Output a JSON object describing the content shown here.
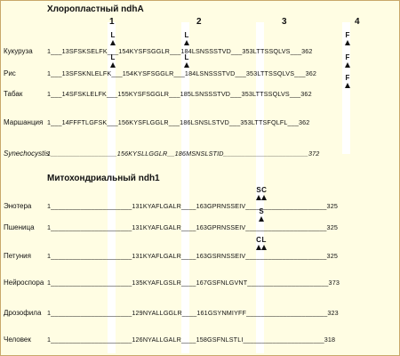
{
  "titles": {
    "chloroplast": "Хлоропластный ndhA",
    "mito": "Митохондриальный ndh1"
  },
  "column_numbers": [
    "1",
    "2",
    "3",
    "4"
  ],
  "chloroplast_rows": [
    {
      "name": "Кукуруза",
      "seq": "1___13SFSKSELFK___154KYSFSGGLR___184LSNSSSTVD___353LTTSSQLVS___362",
      "marks": [
        "L",
        "L",
        "",
        "F"
      ],
      "red": [
        true,
        true,
        true,
        true
      ]
    },
    {
      "name": "Рис",
      "seq": "1___13SFSKNLELFK___154KYSFSGGLR___184LSNSSSTVD___353LTTSSQLVS___362",
      "marks": [
        "L",
        "L",
        "",
        "F"
      ],
      "red": [
        true,
        true,
        true,
        true
      ]
    },
    {
      "name": "Табак",
      "seq": "1___14SFSKLELFK___155KYSFSGGLR___185LSNSSSTVD___353LTTSSQLVS___362",
      "marks": [
        "",
        "",
        "",
        "F"
      ],
      "red": [
        false,
        false,
        false,
        true
      ]
    },
    {
      "name": "Маршанция",
      "seq": "1___14FFFTLGFSK___156KYSFLGGLR___186LSNSLSTVD___353LTTSFQLFL___362",
      "marks": [
        "",
        "",
        "",
        ""
      ],
      "red": [
        false,
        false,
        false,
        false
      ]
    },
    {
      "name": "Synechocystis",
      "seq": "1__________________156KYSLLGGLR__186MSNSLSTID_______________________372",
      "marks": [
        "",
        "",
        "",
        ""
      ],
      "red": [
        false,
        false,
        false,
        false
      ]
    }
  ],
  "mito_rows": [
    {
      "name": "Энотера",
      "seq": "1______________________131KYAFLGALR____163GPRNSSEIV______________________325",
      "marks": [
        "",
        "",
        "SC",
        ""
      ]
    },
    {
      "name": "Пшеница",
      "seq": "1______________________131KYAFLGALR____163GPRNSSEIV______________________325",
      "marks": [
        "",
        "",
        "S",
        ""
      ]
    },
    {
      "name": "Петуния",
      "seq": "1______________________131KYAFLGALR____163GSRNSSEIV______________________325",
      "marks": [
        "",
        "",
        "CL",
        ""
      ]
    },
    {
      "name": "Нейроспора",
      "seq": "1______________________135KYAFLGSLR____167GSFNLGVNT______________________373",
      "marks": [
        "",
        "",
        "",
        ""
      ]
    },
    {
      "name": "Дрозофила",
      "seq": "1______________________129NYALLGGLR____161GSYNMIYFF______________________323",
      "marks": [
        "",
        "",
        "",
        ""
      ]
    },
    {
      "name": "Человек",
      "seq": "1______________________126NYALLGALR____158GSFNLSTLI______________________318",
      "marks": [
        "",
        "",
        "",
        ""
      ]
    }
  ],
  "colors": {
    "background": "#fffde3",
    "highlight_band": "#ffffff",
    "edited_residue": "#d42a2a",
    "border": "#c9a86b"
  }
}
